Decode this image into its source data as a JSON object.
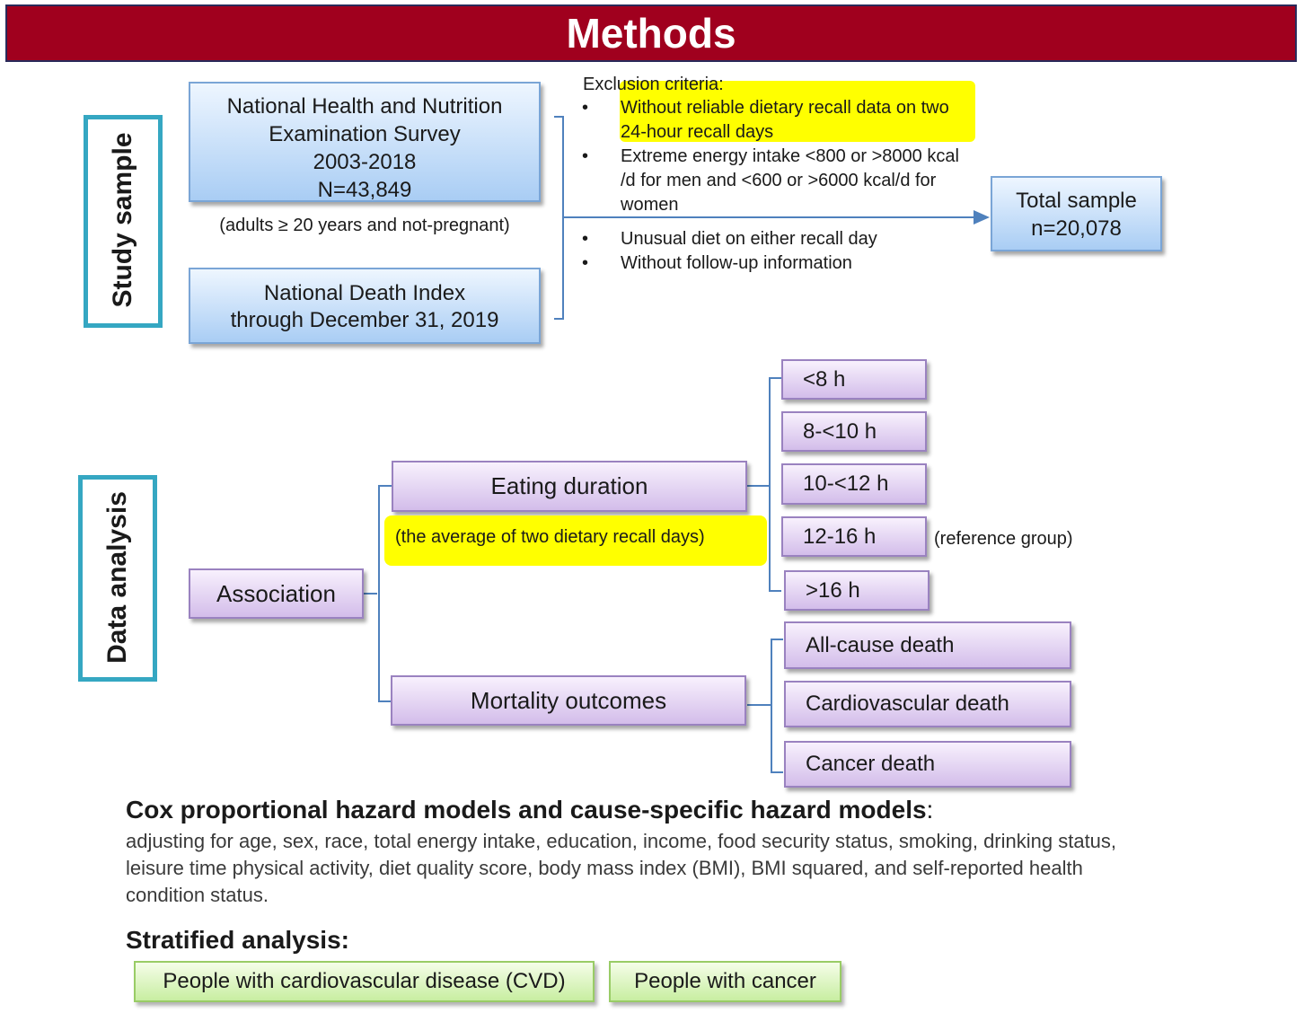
{
  "header": {
    "title": "Methods"
  },
  "study_sample": {
    "side_label": "Study sample",
    "nhanes_lines": [
      "National Health and Nutrition",
      "Examination Survey",
      "2003-2018",
      "N=43,849"
    ],
    "adults_note": "(adults ≥ 20 years and not-pregnant)",
    "ndi_lines": [
      "National Death Index",
      "through December 31, 2019"
    ],
    "exclusion_title": "Exclusion criteria:",
    "exclusions": [
      "Without reliable dietary recall data on two 24-hour recall days",
      "Extreme energy intake <800 or >8000 kcal /d for men and <600 or >6000 kcal/d for women",
      "Unusual diet on either recall day",
      "Without follow-up information"
    ],
    "total_lines": [
      "Total sample",
      "n=20,078"
    ]
  },
  "data_analysis": {
    "side_label": "Data analysis",
    "association": "Association",
    "eating_duration": "Eating duration",
    "eating_note": "(the average of two dietary recall days)",
    "mortality_outcomes": "Mortality outcomes",
    "durations": [
      "<8 h",
      "8-<10 h",
      "10-<12 h",
      "12-16 h",
      ">16 h"
    ],
    "reference_note": "(reference group)",
    "outcomes": [
      "All-cause death",
      "Cardiovascular death",
      "Cancer death"
    ]
  },
  "models": {
    "heading": "Cox proportional hazard models and cause-specific hazard models",
    "heading_suffix": ":",
    "description": "adjusting for age, sex, race, total energy intake, education, income, food security status, smoking, drinking status, leisure time physical activity, diet quality score, body mass index (BMI), BMI squared, and self-reported health condition status."
  },
  "stratified": {
    "heading": "Stratified analysis:",
    "groups": [
      "People with cardiovascular disease (CVD)",
      "People with cancer"
    ]
  },
  "colors": {
    "header_bg": "#a0001e",
    "side_border": "#35a7c2",
    "connector": "#4f81bd",
    "highlight": "#ffff00"
  }
}
